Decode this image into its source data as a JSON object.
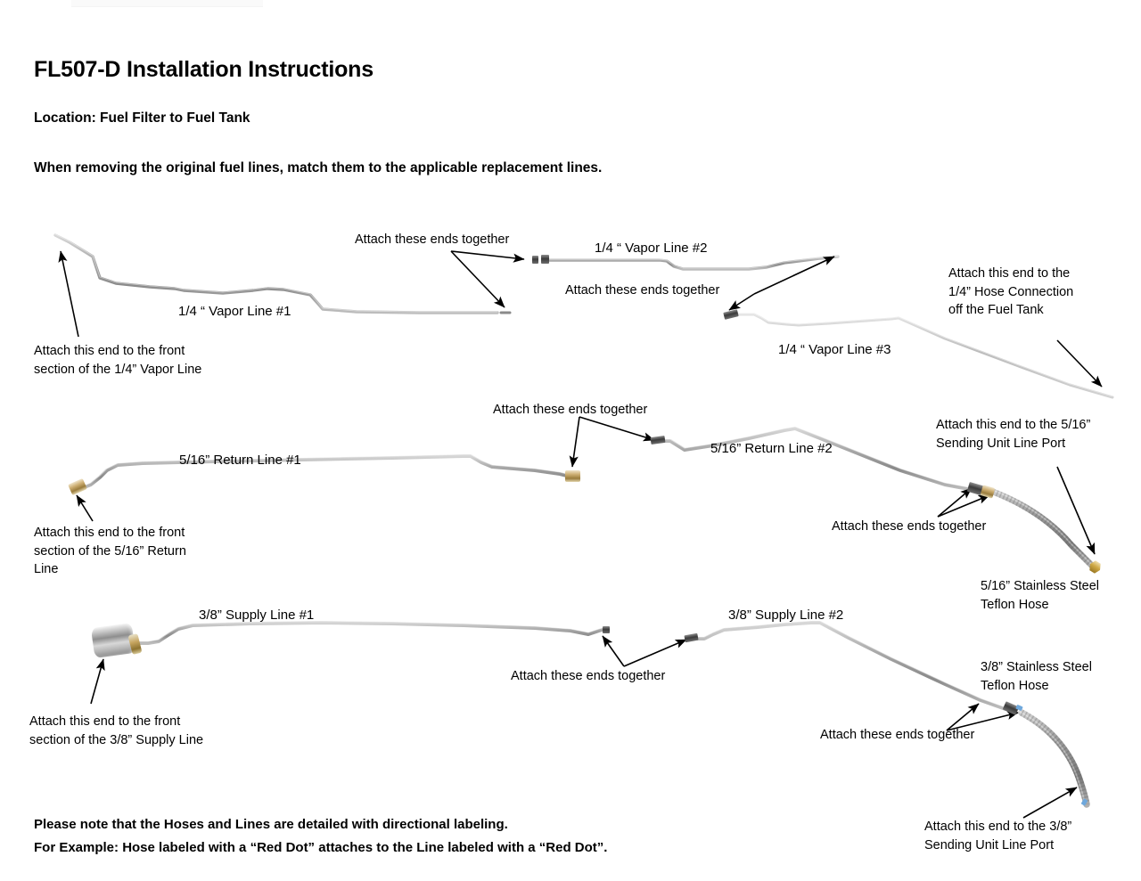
{
  "document": {
    "title": "FL507-D Installation Instructions",
    "location_line": "Location: Fuel Filter to Fuel Tank",
    "intro_line": "When removing the original fuel lines, match them to the applicable replacement lines.",
    "footer_line_1": "Please note that the Hoses and Lines are detailed with directional labeling.",
    "footer_line_2": "For Example: Hose labeled with a “Red Dot” attaches to the Line labeled with a “Red Dot”."
  },
  "parts": [
    {
      "id": "vapor-line-1",
      "label": "1/4 “ Vapor Line #1"
    },
    {
      "id": "vapor-line-2",
      "label": "1/4 “ Vapor Line #2"
    },
    {
      "id": "vapor-line-3",
      "label": "1/4 “ Vapor Line #3"
    },
    {
      "id": "return-line-1",
      "label": "5/16” Return Line #1"
    },
    {
      "id": "return-line-2",
      "label": "5/16” Return Line #2"
    },
    {
      "id": "supply-line-1",
      "label": "3/8” Supply Line #1"
    },
    {
      "id": "supply-line-2",
      "label": "3/8” Supply Line #2"
    },
    {
      "id": "hose-516",
      "label": "5/16” Stainless Steel\nTeflon Hose",
      "line_1": "5/16” Stainless Steel",
      "line_2": "Teflon Hose"
    },
    {
      "id": "hose-38",
      "label": "3/8” Stainless Steel\nTeflon Hose",
      "line_1": "3/8” Stainless Steel",
      "line_2": "Teflon Hose"
    }
  ],
  "annotations": {
    "vapor1_front": {
      "line_1": "Attach this end  to the front",
      "line_2": "section of the 1/4” Vapor Line"
    },
    "vapor_join_upper": "Attach these ends together",
    "vapor_join_lower": "Attach these ends together",
    "vapor_tank": {
      "line_1": "Attach this end to the",
      "line_2": "1/4” Hose Connection",
      "line_3": "off the Fuel Tank"
    },
    "return1_front": {
      "line_1": "Attach this end to the front",
      "line_2": "section of the 5/16” Return",
      "line_3": "Line"
    },
    "return_join": "Attach these ends together",
    "return_hose_join": "Attach these ends together",
    "return_sending_unit": {
      "line_1": "Attach this end to the 5/16”",
      "line_2": "Sending Unit Line Port"
    },
    "supply1_front": {
      "line_1": "Attach this end to the front",
      "line_2": "section of the 3/8” Supply Line"
    },
    "supply_join": "Attach these ends together",
    "supply_hose_join": "Attach these ends together",
    "supply_sending_unit": {
      "line_1": "Attach this end to the 3/8”",
      "line_2": "Sending Unit Line Port"
    }
  },
  "colors": {
    "steel_light": "#c9c9c9",
    "steel_mid": "#9b9b9b",
    "steel_dark": "#6f6f6f",
    "brass": "#c9a council",
    "ink": "#000000",
    "blue_mark": "#6fa8dc"
  }
}
